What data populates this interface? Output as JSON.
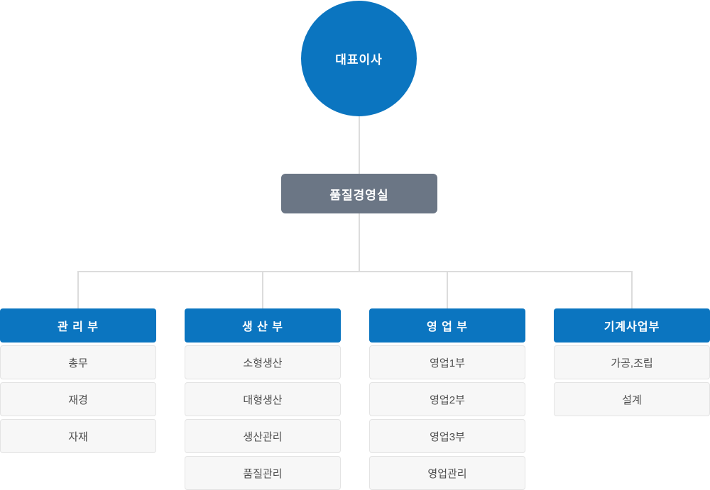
{
  "org_chart": {
    "root": {
      "label": "대표이사"
    },
    "staff": {
      "label": "품질경영실"
    },
    "departments": [
      {
        "name": "관 리 부",
        "teams": [
          "총무",
          "재경",
          "자재"
        ]
      },
      {
        "name": "생 산 부",
        "teams": [
          "소형생산",
          "대형생산",
          "생산관리",
          "품질관리"
        ]
      },
      {
        "name": "영 업 부",
        "teams": [
          "영업1부",
          "영업2부",
          "영업3부",
          "영업관리"
        ]
      },
      {
        "name": "기계사업부",
        "teams": [
          "가공,조립",
          "설계"
        ]
      }
    ],
    "colors": {
      "primary_blue": "#0b75c0",
      "staff_slate": "#6b7685",
      "team_background": "#f7f7f7",
      "team_border": "#e3e3e3",
      "team_text": "#4d4d4d",
      "connector_line": "#dcdcdc",
      "node_text": "#ffffff"
    }
  }
}
